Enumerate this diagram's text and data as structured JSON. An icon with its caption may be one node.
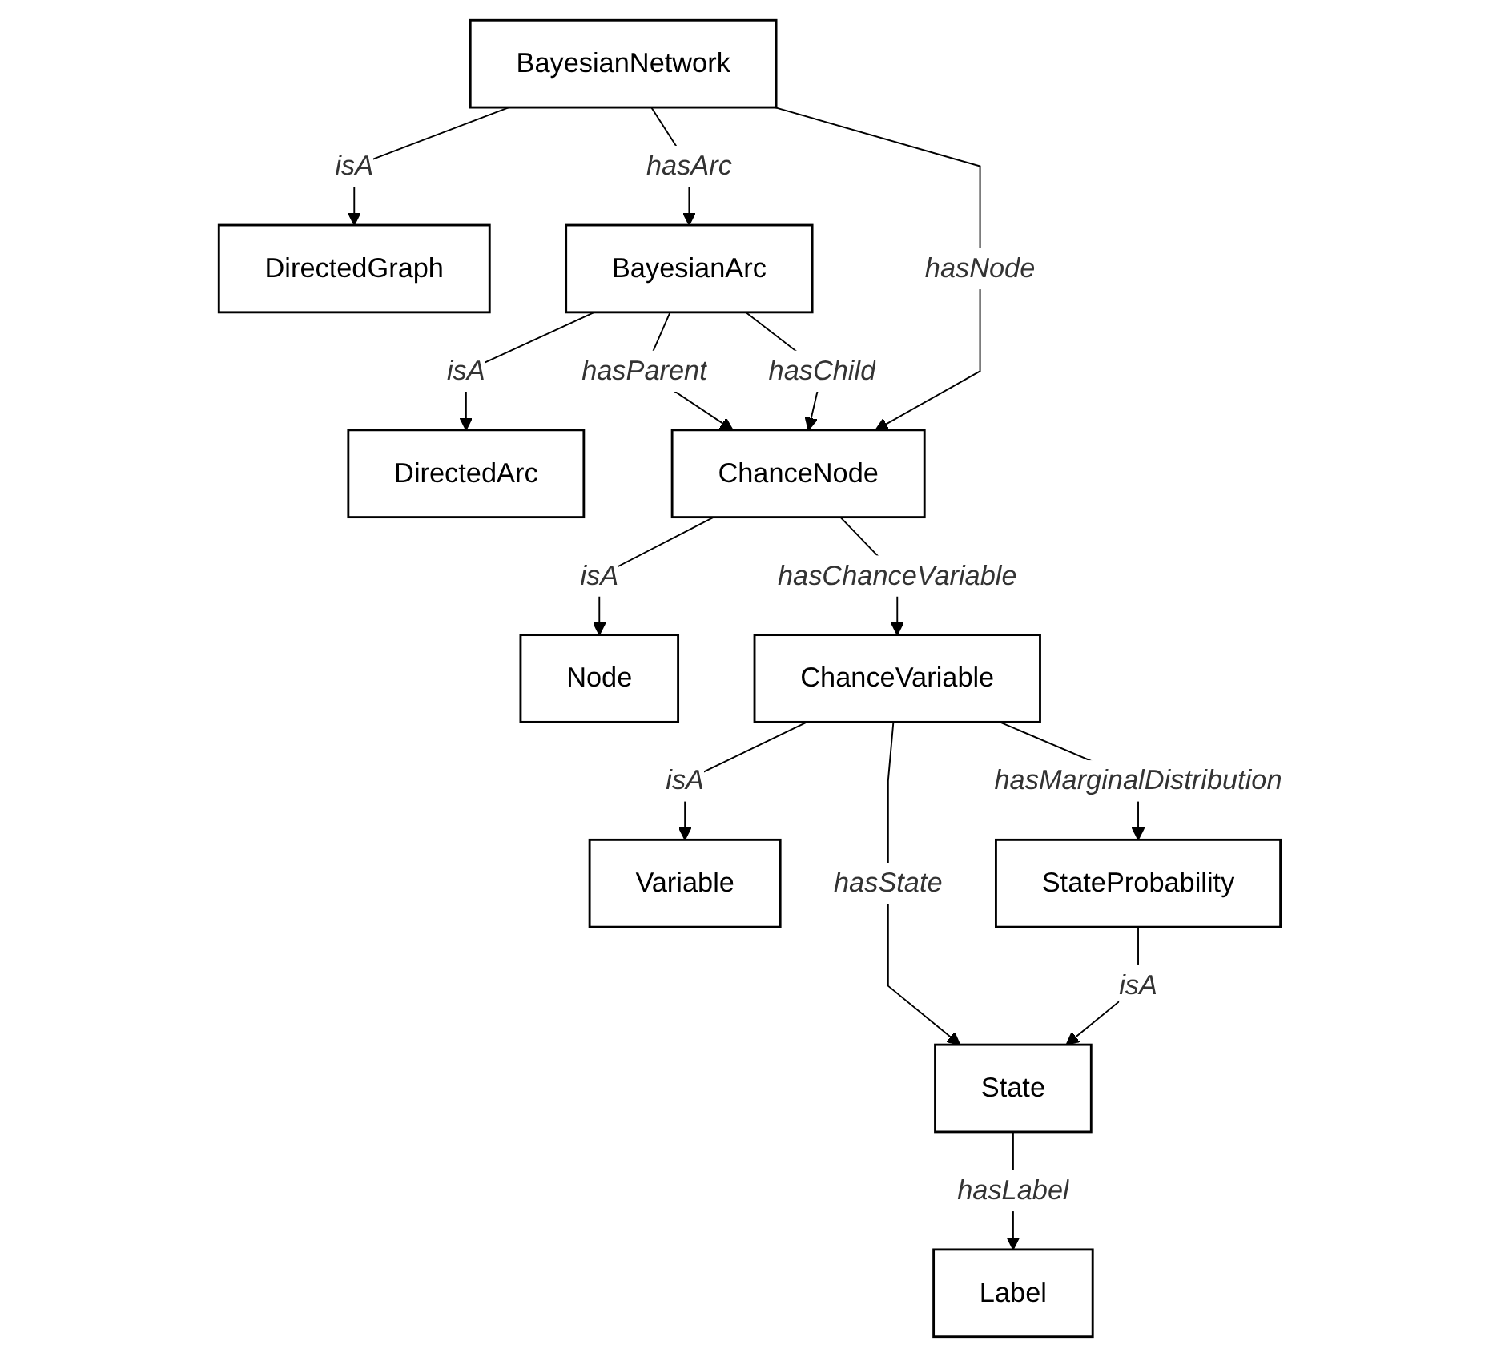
{
  "diagram": {
    "nodes": [
      {
        "text": [
          "DirectedGraph"
        ]
      },
      {
        "text": [
          "DirectedArc"
        ]
      },
      {
        "text": [
          "Node"
        ]
      },
      {
        "text": [
          "BayesianNetwork"
        ]
      },
      {
        "text": [
          "BayesianArc"
        ]
      },
      {
        "text": [
          "ChanceNode"
        ]
      },
      {
        "text": [
          "Label"
        ]
      },
      {
        "text": [
          "Variable"
        ]
      },
      {
        "text": [
          "ChanceVariable"
        ]
      },
      {
        "text": [
          "State"
        ]
      },
      {
        "text": [
          "StateProbability"
        ]
      }
    ],
    "edges": [
      {
        "from": 3,
        "to": 0,
        "arrow": "to",
        "label": "isA"
      },
      {
        "from": 4,
        "to": 1,
        "arrow": "to",
        "label": "isA"
      },
      {
        "from": 3,
        "to": 4,
        "arrow": "to",
        "label": "hasArc"
      },
      {
        "from": 3,
        "to": 5,
        "arrow": "to",
        "label": "hasNode"
      },
      {
        "from": 5,
        "to": 2,
        "arrow": "to",
        "label": "isA"
      },
      {
        "from": 4,
        "to": 5,
        "arrow": "to",
        "label": "hasParent"
      },
      {
        "from": 4,
        "to": 5,
        "arrow": "to",
        "label": "hasChild"
      },
      {
        "from": 9,
        "to": 6,
        "arrow": "to",
        "label": "hasLabel"
      },
      {
        "from": 8,
        "to": 7,
        "arrow": "to",
        "label": "isA"
      },
      {
        "from": 8,
        "to": 9,
        "arrow": "to",
        "label": "hasState"
      },
      {
        "from": 5,
        "to": 8,
        "arrow": "to",
        "label": "hasChanceVariable"
      },
      {
        "from": 8,
        "to": 10,
        "arrow": "to",
        "label": "hasMarginalDistribution"
      },
      {
        "from": 10,
        "to": 9,
        "arrow": "to",
        "label": "isA"
      }
    ]
  }
}
